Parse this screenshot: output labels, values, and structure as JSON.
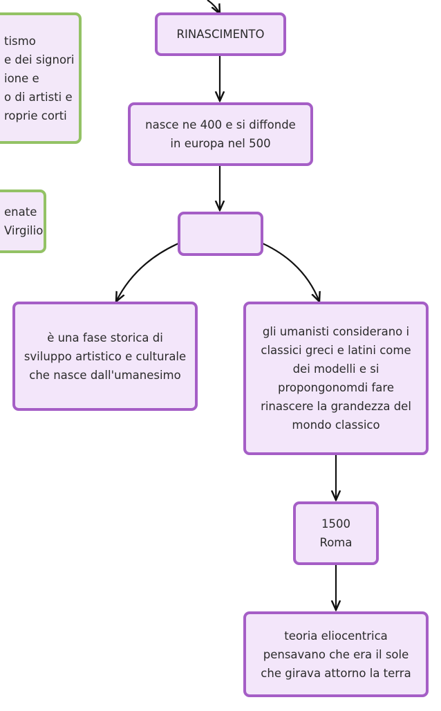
{
  "colors": {
    "purple_border": "#a55ec6",
    "node_fill": "#f3e6fa",
    "green_border": "#93c265",
    "edge": "#111111"
  },
  "nodes": {
    "rinascimento": {
      "lines": [
        "RINASCIMENTO"
      ]
    },
    "nasce": {
      "lines": [
        "nasce ne 400 e si diffonde",
        "in europa nel 500"
      ]
    },
    "empty": {
      "lines": []
    },
    "fase_storica": {
      "lines": [
        "è una fase storica di",
        "sviluppo artistico e culturale",
        "che nasce dall'umanesimo"
      ]
    },
    "umanisti": {
      "lines": [
        "gli umanisti considerano i",
        "classici greci e latini come",
        "dei modelli e si",
        "propongonomdi fare",
        "rinascere la grandezza del",
        "mondo classico"
      ]
    },
    "roma": {
      "lines": [
        "1500",
        "Roma"
      ]
    },
    "teoria": {
      "lines": [
        "teoria eliocentrica",
        "pensavano che era il sole",
        "che girava attorno la terra"
      ]
    },
    "mecenatismo_cut": {
      "lines": [
        "tismo",
        "e dei signori",
        "ione e",
        "o di artisti e",
        "roprie corti"
      ]
    },
    "mecenate_cut": {
      "lines": [
        "enate",
        "Virgilio"
      ]
    }
  }
}
